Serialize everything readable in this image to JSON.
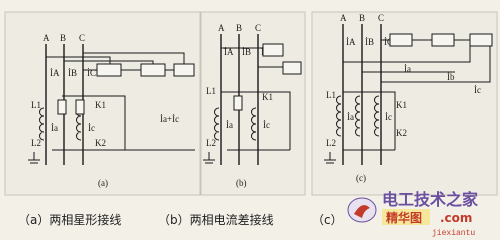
{
  "panels": {
    "a": {
      "tag": "(a)",
      "phases": [
        "A",
        "B",
        "C"
      ],
      "currents": [
        "İA",
        "İB",
        "İC"
      ],
      "cts": [
        "L1",
        "L2"
      ],
      "relays": [
        "K1",
        "K2"
      ],
      "coil_currents": [
        "İa",
        "İc"
      ],
      "return_current": "İa+İc"
    },
    "b": {
      "tag": "(b)",
      "phases": [
        "A",
        "B",
        "C"
      ],
      "currents": [
        "İA",
        "İB",
        "İC"
      ],
      "cts": [
        "L1",
        "L2"
      ],
      "relays": [
        "K1"
      ],
      "coil_currents": [
        "İa",
        "İc"
      ]
    },
    "c": {
      "tag": "(c)",
      "phases": [
        "A",
        "B",
        "C"
      ],
      "currents": [
        "İA",
        "İB",
        "İC"
      ],
      "cts": [
        "L1",
        "L2"
      ],
      "relays": [
        "K1",
        "K2"
      ],
      "coil_currents": [
        "İa",
        "İc"
      ],
      "branch_currents": [
        "İa",
        "İb",
        "İc"
      ]
    }
  },
  "captions": {
    "a": "（a）两相星形接线",
    "b": "（b）两相电流差接线",
    "c": "（c）"
  },
  "watermark": {
    "site_name": "电工技术之家",
    "tag": "精华图",
    "domain": ".com",
    "url": "jiexiantu"
  }
}
